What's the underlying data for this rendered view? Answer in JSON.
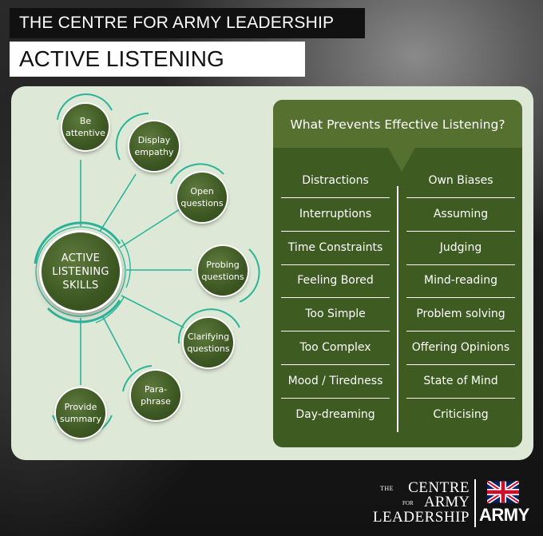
{
  "header": {
    "organization": "THE CENTRE FOR ARMY LEADERSHIP",
    "title": "ACTIVE LISTENING SKILLS"
  },
  "diagram": {
    "center_lines": [
      "ACTIVE",
      "LISTENING",
      "SKILLS"
    ],
    "skills": [
      {
        "lines": [
          "Be",
          "attentive"
        ]
      },
      {
        "lines": [
          "Display",
          "empathy"
        ]
      },
      {
        "lines": [
          "Open",
          "questions"
        ]
      },
      {
        "lines": [
          "Probing",
          "questions"
        ]
      },
      {
        "lines": [
          "Clarifying",
          "questions"
        ]
      },
      {
        "lines": [
          "Para-",
          "phrase"
        ]
      },
      {
        "lines": [
          "Provide",
          "summary"
        ]
      }
    ]
  },
  "barriers": {
    "title": "What Prevents Effective Listening?",
    "left": [
      "Distractions",
      "Interruptions",
      "Time Constraints",
      "Feeling Bored",
      "Too Simple",
      "Too Complex",
      "Mood / Tiredness",
      "Day-dreaming"
    ],
    "right": [
      "Own Biases",
      "Assuming",
      "Judging",
      "Mind-reading",
      "Problem solving",
      "Offering Opinions",
      "State of Mind",
      "Criticising"
    ]
  },
  "logo": {
    "the": "THE",
    "centre": "CENTRE",
    "for": "FOR",
    "army": "ARMY",
    "leadership": "LEADERSHIP",
    "brand": "ARMY"
  },
  "colors": {
    "dark_green": "#3e5b22",
    "title_green": "#55702f",
    "panel_bg": "#dde9d6",
    "connector_teal": "#2bb39a"
  }
}
